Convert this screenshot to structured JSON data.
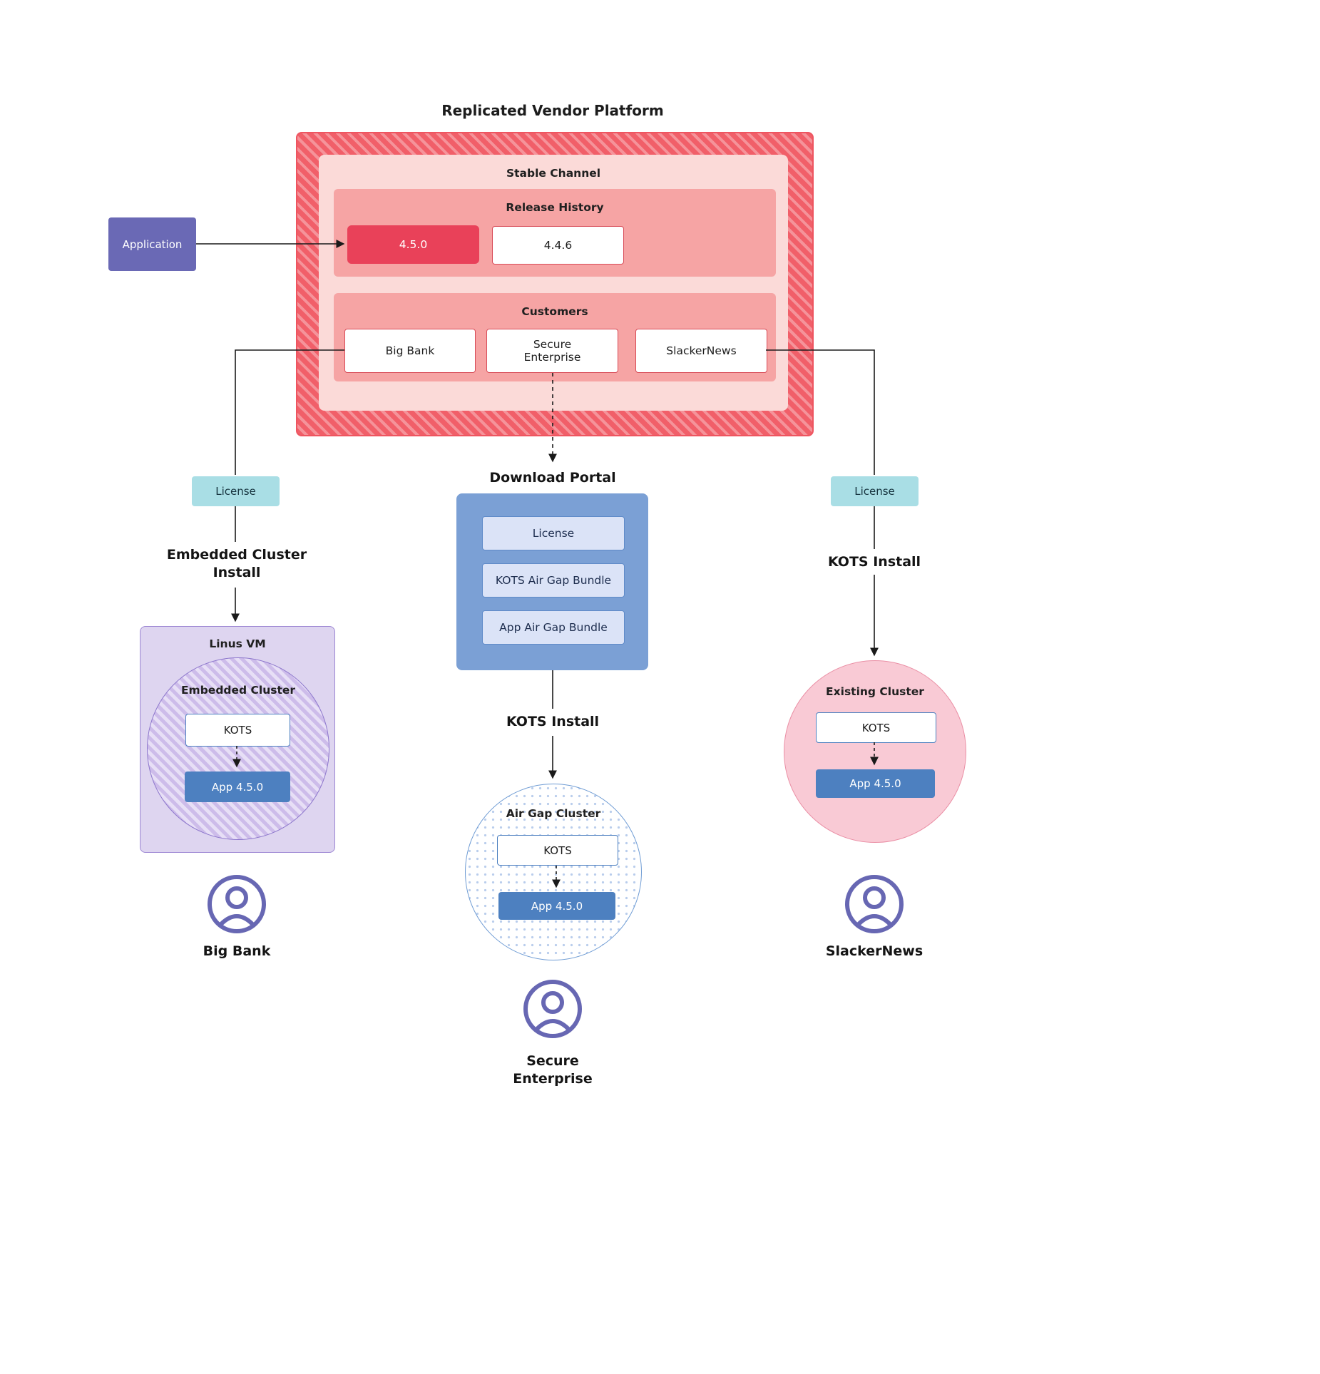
{
  "title": "Replicated Vendor Platform",
  "colors": {
    "platform_red": "#f15f69",
    "stable_pink": "#fbdad8",
    "section_salmon": "#f6a4a4",
    "current_release_red": "#e94159",
    "application_purple": "#6a69b5",
    "license_teal": "#a9dee5",
    "portal_blue": "#7ba0d5",
    "app_box_blue": "#4d80c0",
    "vm_lavender": "#ded5f0",
    "existing_cluster_pink": "#f9cad5",
    "person_purple": "#6767b3"
  },
  "platform": {
    "stable_channel": "Stable Channel",
    "release_history": "Release History",
    "releases": [
      {
        "version": "4.5.0"
      },
      {
        "version": "4.4.6"
      }
    ],
    "customers_label": "Customers",
    "customers": [
      {
        "name": "Big Bank"
      },
      {
        "name": "Secure Enterprise"
      },
      {
        "name": "SlackerNews"
      }
    ]
  },
  "application": "Application",
  "flows": {
    "left": {
      "license": "License",
      "step": "Embedded Cluster Install",
      "vm": "Linus VM",
      "cluster": "Embedded Cluster",
      "kots": "KOTS",
      "app": "App 4.5.0",
      "user": "Big Bank"
    },
    "center": {
      "portal_title": "Download Portal",
      "portal_items": [
        {
          "label": "License"
        },
        {
          "label": "KOTS Air Gap Bundle"
        },
        {
          "label": "App Air Gap Bundle"
        }
      ],
      "step": "KOTS Install",
      "cluster": "Air Gap Cluster",
      "kots": "KOTS",
      "app": "App 4.5.0",
      "user": "Secure Enterprise"
    },
    "right": {
      "license": "License",
      "step": "KOTS Install",
      "cluster": "Existing Cluster",
      "kots": "KOTS",
      "app": "App 4.5.0",
      "user": "SlackerNews"
    }
  }
}
